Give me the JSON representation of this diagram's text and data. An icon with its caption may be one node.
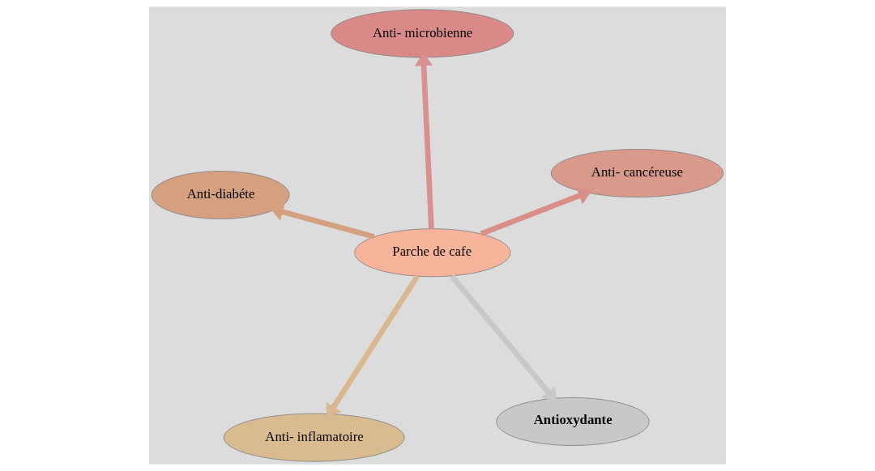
{
  "diagram": {
    "nodes": [
      {
        "text": [
          "Parche de cafe"
        ]
      },
      {
        "text": [
          "Antioxydante"
        ]
      },
      {
        "text": [
          "Anti- inflamatoire"
        ]
      },
      {
        "text": [
          "Anti-diabéte"
        ]
      },
      {
        "text": [
          "Anti- cancéreuse"
        ]
      },
      {
        "text": [
          "Anti- microbienne"
        ]
      }
    ],
    "edges": [
      {
        "from": 0,
        "to": 1,
        "arrow": "to",
        "color": "#c8c8c8"
      },
      {
        "from": 0,
        "to": 2,
        "arrow": "to",
        "color": "#d9b890"
      },
      {
        "from": 0,
        "to": 3,
        "arrow": "to",
        "color": "#d4a080"
      },
      {
        "from": 0,
        "to": 4,
        "arrow": "to",
        "color": "#d98f86"
      },
      {
        "from": 0,
        "to": 5,
        "arrow": "to",
        "color": "#d99090"
      }
    ]
  }
}
